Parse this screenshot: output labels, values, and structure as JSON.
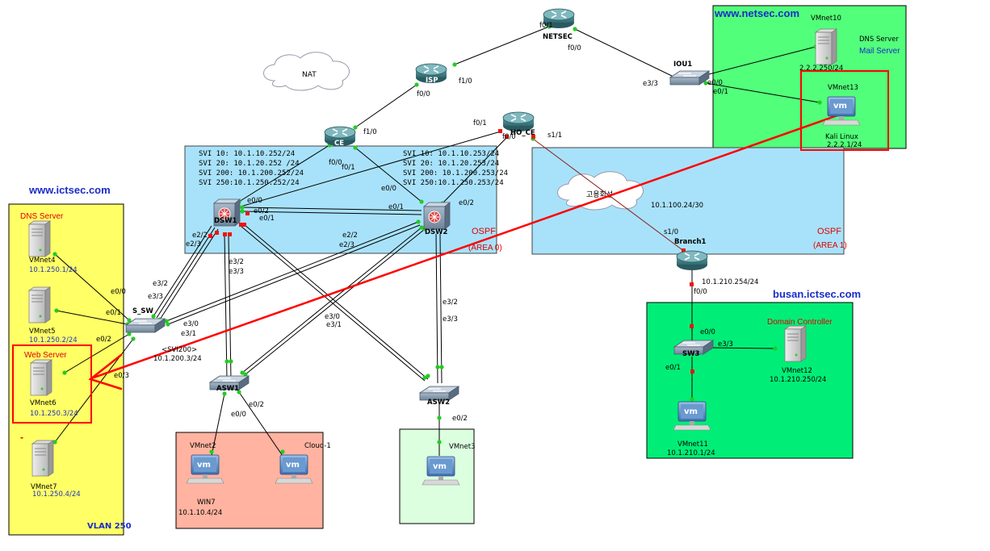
{
  "zones": {
    "netsec_domain": "www.netsec.com",
    "ictsec_domain": "www.ictsec.com",
    "busan_domain": "busan.ictsec.com",
    "vlan_label": "VLAN 250",
    "ospf_area0": "OSPF",
    "ospf_area0_sub": "(AREA 0)",
    "ospf_area1": "OSPF",
    "ospf_area1_sub": "(AREA 1)"
  },
  "clouds": {
    "nat": "NAT",
    "leased": "고용회선"
  },
  "routers": {
    "netsec": "NETSEC",
    "isp": "ISP",
    "ce": "CE",
    "ho_ce": "HO_CE",
    "branch1": "Branch1"
  },
  "switches": {
    "iou1": "IOU1",
    "dsw1": "DSW1",
    "dsw2": "DSW2",
    "s_sw": "S_SW",
    "asw1": "ASW1",
    "asw2": "ASW2",
    "sw3": "SW3"
  },
  "svi_dsw1": [
    "SVI 10: 10.1.10.252/24",
    "SVI 20: 10.1.20.252 /24",
    "SVI 200: 10.1.200.252/24",
    "SVI 250:10.1.250.252/24"
  ],
  "svi_dsw2": [
    "SVI 10: 10.1.10.253/24",
    "SVI 20: 10.1.20.253/24",
    "SVI 200: 10.1.200.253/24",
    "SVI 250:10.1.250.253/24"
  ],
  "hosts": {
    "vmnet10": {
      "name": "VMnet10",
      "ip": "2.2.2.250/24",
      "role1": "DNS Server",
      "role2": "Mail Server"
    },
    "vmnet13": {
      "name": "VMnet13",
      "ip": "2.2.2.1/24",
      "os": "Kali Linux"
    },
    "vmnet4": {
      "name": "VMnet4",
      "ip": "10.1.250.1/24",
      "role": "DNS Server"
    },
    "vmnet5": {
      "name": "VMnet5",
      "ip": "10.1.250.2/24"
    },
    "vmnet6": {
      "name": "VMnet6",
      "ip": "10.1.250.3/24",
      "role": "Web Server"
    },
    "vmnet7": {
      "name": "VMnet7",
      "ip": "10.1.250.4/24"
    },
    "vmnet2": {
      "name": "VMnet2",
      "os": "WIN7",
      "ip": "10.1.10.4/24"
    },
    "cloud1": {
      "name": "Cloud-1"
    },
    "vmnet3": {
      "name": "VMnet3"
    },
    "vmnet12": {
      "name": "VMnet12",
      "ip": "10.1.210.250/24",
      "role": "Domain Controller"
    },
    "vmnet11": {
      "name": "VMnet11",
      "ip": "10.1.210.1/24"
    }
  },
  "misc": {
    "s_sw_svi": "<SVI200>",
    "s_sw_ip": "10.1.200.3/24",
    "wan_subnet": "10.1.100.24/30",
    "branch_ip": "10.1.210.254/24",
    "vm_badge": "vm",
    "dot_marker": "-"
  },
  "ports": {
    "netsec_f01": "f0/1",
    "netsec_f00": "f0/0",
    "isp_f10": "f1/0",
    "isp_f00": "f0/0",
    "ce_f10": "f1/0",
    "ce_f00": "f0/0",
    "ce_f01": "f0/1",
    "hoce_f01": "f0/1",
    "hoce_f00": "f0/0",
    "hoce_s11": "s1/1",
    "iou1_e33": "e3/3",
    "iou1_e00": "e0/0",
    "iou1_e01": "e0/1",
    "dsw1_e00": "e0/0",
    "dsw1_e02": "e0/2",
    "dsw1_e01": "e0/1",
    "dsw1_e22": "e2/2",
    "dsw1_e23": "e2/3",
    "dsw1_e32": "e3/2",
    "dsw1_e33": "e3/3",
    "dsw2_e00": "e0/0",
    "dsw2_e01": "e0/1",
    "dsw2_e02": "e0/2",
    "dsw2_e22": "e2/2",
    "dsw2_e23": "e2/3",
    "dsw2_e32": "e3/2",
    "dsw2_e33": "e3/3",
    "ssw_e32": "e3/2",
    "ssw_e33": "e3/3",
    "ssw_e00": "e0/0",
    "ssw_e01": "e0/1",
    "ssw_e02": "e0/2",
    "ssw_e03": "e0/3",
    "ssw_e30": "e3/0",
    "ssw_e31": "e3/1",
    "asw_e30": "e3/0",
    "asw_e31": "e3/1",
    "asw1_e00": "e0/0",
    "asw1_e02": "e0/2",
    "asw2_e02": "e0/2",
    "branch_s10": "s1/0",
    "branch_f00": "f0/0",
    "sw3_e00": "e0/0",
    "sw3_e01": "e0/1",
    "sw3_e33": "e3/3"
  },
  "colors": {
    "netsec_zone": "#52ff7a",
    "ictsec_zone": "#ffff66",
    "ospf_zone": "#a8e2fa",
    "busan_zone": "#00ee77",
    "win_zone": "#ffb3a0",
    "vmnet3_zone": "#dcffe0",
    "attack_line": "#ff0000"
  }
}
